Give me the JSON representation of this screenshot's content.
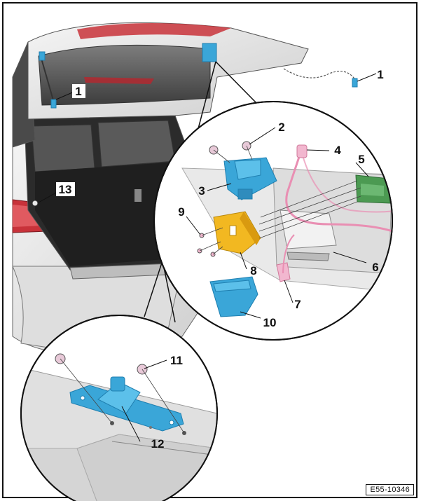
{
  "figure": {
    "reference_code": "E55-10346",
    "callouts": [
      {
        "id": "c1a",
        "label": "1"
      },
      {
        "id": "c1b",
        "label": "1"
      },
      {
        "id": "c2",
        "label": "2"
      },
      {
        "id": "c3",
        "label": "3"
      },
      {
        "id": "c4",
        "label": "4"
      },
      {
        "id": "c5",
        "label": "5"
      },
      {
        "id": "c6",
        "label": "6"
      },
      {
        "id": "c7",
        "label": "7"
      },
      {
        "id": "c8",
        "label": "8"
      },
      {
        "id": "c9",
        "label": "9"
      },
      {
        "id": "c10",
        "label": "10"
      },
      {
        "id": "c11",
        "label": "11"
      },
      {
        "id": "c12",
        "label": "12"
      },
      {
        "id": "c13",
        "label": "13"
      }
    ],
    "colors": {
      "blue_part": "#3aa6d8",
      "blue_dark": "#1f7fb0",
      "yellow_part": "#f2b821",
      "green_part": "#4c9a52",
      "pink_part": "#f2b7cf",
      "pink_line": "#e98fb3",
      "car_body": "#e6e6e6",
      "car_outline": "#555555",
      "tail_red": "#c8323a"
    }
  }
}
